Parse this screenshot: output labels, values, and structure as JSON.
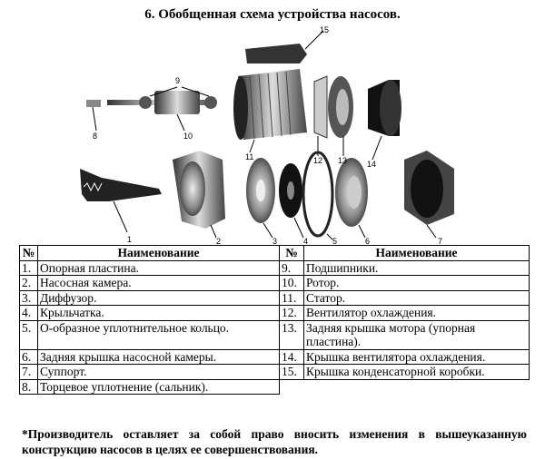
{
  "title": "6. Обобщенная схема устройства насосов.",
  "diagram_labels": [
    "1",
    "2",
    "3",
    "4",
    "5",
    "6",
    "7",
    "8",
    "9",
    "10",
    "11",
    "12",
    "13",
    "14",
    "15"
  ],
  "table": {
    "headers": [
      "№",
      "Наименование",
      "№",
      "Наименование"
    ],
    "rows": [
      {
        "n1": "1.",
        "name1": "Опорная пластина.",
        "n2": "9.",
        "name2": "Подшипники."
      },
      {
        "n1": "2.",
        "name1": "Насосная камера.",
        "n2": "10.",
        "name2": "Ротор."
      },
      {
        "n1": "3.",
        "name1": "Диффузор.",
        "n2": "11.",
        "name2": "Статор."
      },
      {
        "n1": "4.",
        "name1": "Крыльчатка.",
        "n2": "12.",
        "name2": "Вентилятор охлаждения."
      },
      {
        "n1": "5.",
        "name1": "О-образное уплотнительное кольцо.",
        "n2": "13.",
        "name2": "Задняя крышка мотора (упорная пластина)."
      },
      {
        "n1": "6.",
        "name1": "Задняя крышка насосной камеры.",
        "n2": "14.",
        "name2": "Крышка вентилятора охлаждения."
      },
      {
        "n1": "7.",
        "name1": "Суппорт.",
        "n2": "15.",
        "name2": "Крышка конденсаторной коробки."
      },
      {
        "n1": "8.",
        "name1": "Торцевое уплотнение (сальник).",
        "n2": "",
        "name2": ""
      }
    ]
  },
  "note": "*Производитель оставляет за собой право вносить изменения в вышеуказанную конструкцию насосов в целях ее совершенствования."
}
